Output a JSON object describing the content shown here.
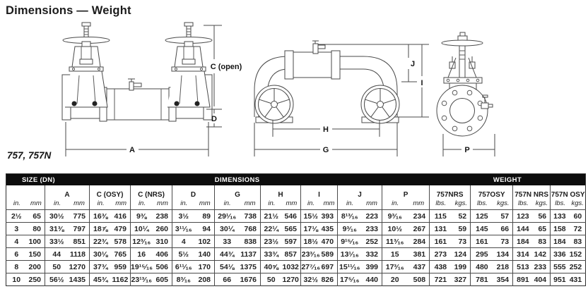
{
  "page": {
    "title": "Dimensions — Weight"
  },
  "diagram": {
    "caption": "757, 757N",
    "labels": {
      "c_open": "C (open)",
      "d": "D",
      "a": "A",
      "j": "J",
      "i": "I",
      "h": "H",
      "g": "G",
      "p": "P"
    }
  },
  "table": {
    "band_headers": [
      {
        "label": "SIZE (DN)",
        "cols": 2
      },
      {
        "label": "DIMENSIONS",
        "cols": 18
      },
      {
        "label": "WEIGHT",
        "cols": 8
      }
    ],
    "groups": [
      {
        "label": "",
        "unit1": "in.",
        "unit2": "mm"
      },
      {
        "label": "A",
        "unit1": "in.",
        "unit2": "mm"
      },
      {
        "label": "C (OSY)",
        "unit1": "in.",
        "unit2": "mm"
      },
      {
        "label": "C (NRS)",
        "unit1": "in.",
        "unit2": "mm"
      },
      {
        "label": "D",
        "unit1": "in.",
        "unit2": "mm"
      },
      {
        "label": "G",
        "unit1": "in.",
        "unit2": "mm"
      },
      {
        "label": "H",
        "unit1": "in.",
        "unit2": "mm"
      },
      {
        "label": "I",
        "unit1": "in.",
        "unit2": "mm"
      },
      {
        "label": "J",
        "unit1": "in.",
        "unit2": "mm"
      },
      {
        "label": "P",
        "unit1": "in.",
        "unit2": "mm"
      },
      {
        "label": "757NRS",
        "unit1": "lbs.",
        "unit2": "kgs."
      },
      {
        "label": "757OSY",
        "unit1": "lbs.",
        "unit2": "kgs."
      },
      {
        "label": "757N NRS",
        "unit1": "lbs.",
        "unit2": "kgs."
      },
      {
        "label": "757N OSY",
        "unit1": "lbs.",
        "unit2": "kgs."
      }
    ],
    "rows": [
      [
        "2½",
        "65",
        "30½",
        "775",
        "16⅜",
        "416",
        "9⅜",
        "238",
        "3½",
        "89",
        "29¹⁄₁₆",
        "738",
        "21½",
        "546",
        "15½",
        "393",
        "8¹³⁄₁₆",
        "223",
        "9³⁄₁₆",
        "234",
        "115",
        "52",
        "125",
        "57",
        "123",
        "56",
        "133",
        "60"
      ],
      [
        "3",
        "80",
        "31⅜",
        "797",
        "18⅞",
        "479",
        "10¼",
        "260",
        "3¹¹⁄₁₆",
        "94",
        "30¼",
        "768",
        "22¼",
        "565",
        "17⅛",
        "435",
        "9³⁄₁₆",
        "233",
        "10½",
        "267",
        "131",
        "59",
        "145",
        "66",
        "144",
        "65",
        "158",
        "72"
      ],
      [
        "4",
        "100",
        "33½",
        "851",
        "22¾",
        "578",
        "12³⁄₁₆",
        "310",
        "4",
        "102",
        "33",
        "838",
        "23½",
        "597",
        "18½",
        "470",
        "9¹⁵⁄₁₆",
        "252",
        "11³⁄₁₆",
        "284",
        "161",
        "73",
        "161",
        "73",
        "184",
        "83",
        "184",
        "83"
      ],
      [
        "6",
        "150",
        "44",
        "1118",
        "30⅛",
        "765",
        "16",
        "406",
        "5½",
        "140",
        "44¾",
        "1137",
        "33¾",
        "857",
        "23³⁄₁₆",
        "589",
        "13¹⁄₁₆",
        "332",
        "15",
        "381",
        "273",
        "124",
        "295",
        "134",
        "314",
        "142",
        "336",
        "152"
      ],
      [
        "8",
        "200",
        "50",
        "1270",
        "37¾",
        "959",
        "19¹⁵⁄₁₆",
        "506",
        "6¹¹⁄₁₆",
        "170",
        "54⅛",
        "1375",
        "40⅝",
        "1032",
        "27⁷⁄₁₆",
        "697",
        "15¹¹⁄₁₆",
        "399",
        "17³⁄₁₆",
        "437",
        "438",
        "199",
        "480",
        "218",
        "513",
        "233",
        "555",
        "252"
      ],
      [
        "10",
        "250",
        "56½",
        "1435",
        "45¾",
        "1162",
        "23¹³⁄₁₆",
        "605",
        "8³⁄₁₆",
        "208",
        "66",
        "1676",
        "50",
        "1270",
        "32½",
        "826",
        "17⁵⁄₁₆",
        "440",
        "20",
        "508",
        "721",
        "327",
        "781",
        "354",
        "891",
        "404",
        "951",
        "431"
      ]
    ]
  }
}
